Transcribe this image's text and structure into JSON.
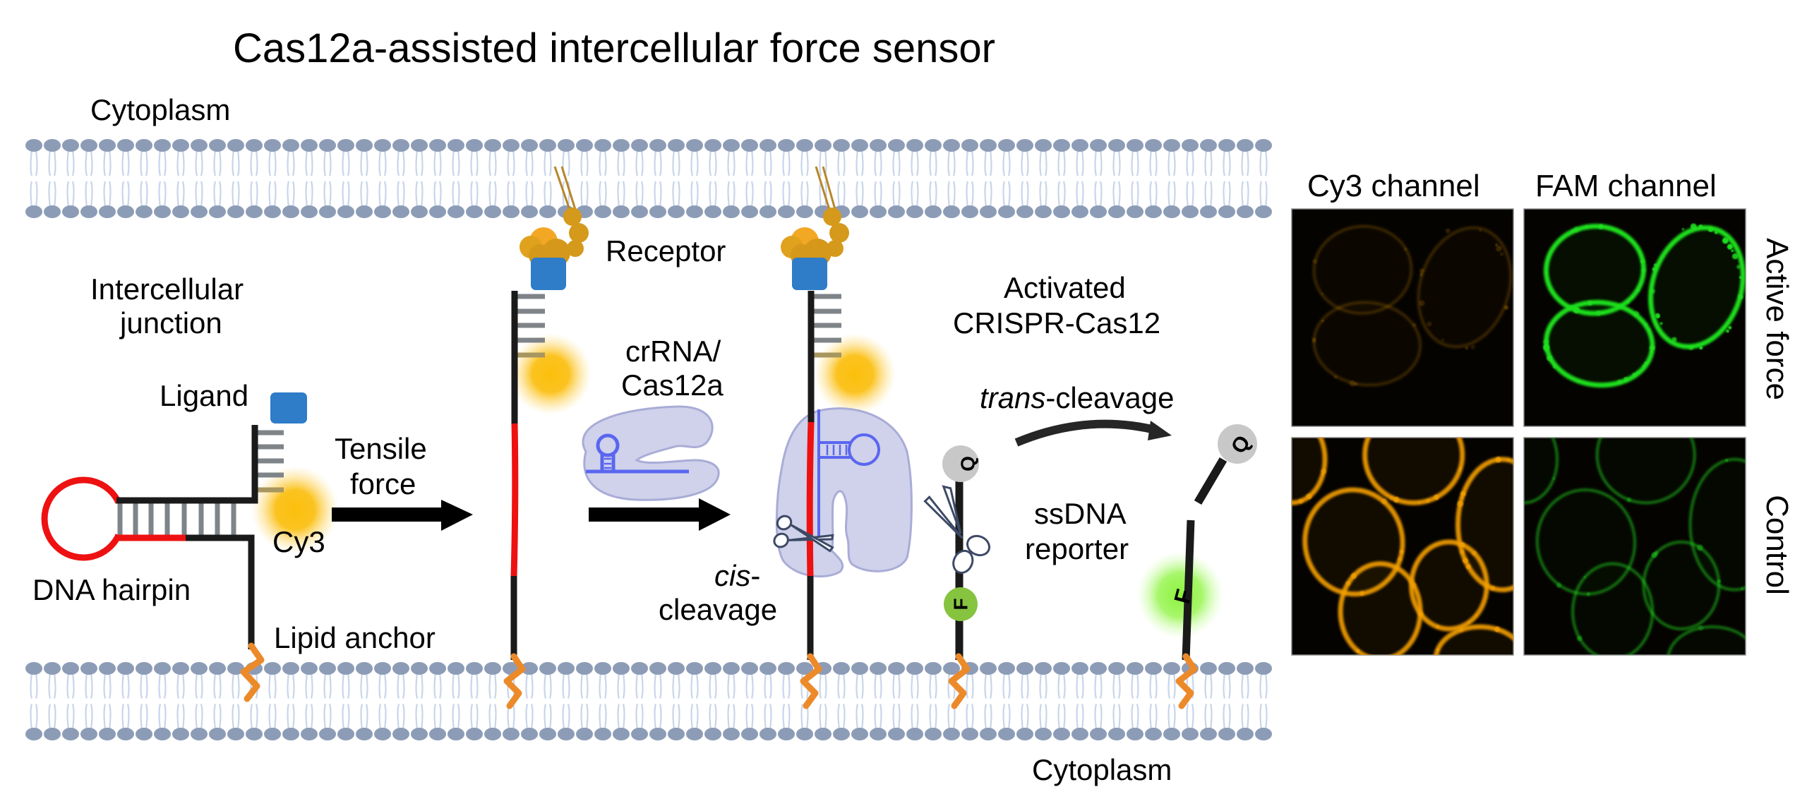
{
  "title": "Cas12a-assisted intercellular force sensor",
  "labels": {
    "cytoplasm_top": "Cytoplasm",
    "cytoplasm_bottom": "Cytoplasm",
    "intercellular_junction": [
      "Intercellular",
      "junction"
    ],
    "ligand": "Ligand",
    "dna_hairpin": "DNA hairpin",
    "cy3": "Cy3",
    "lipid_anchor": "Lipid anchor",
    "tensile_force": [
      "Tensile",
      "force"
    ],
    "receptor": "Receptor",
    "crrna_cas12a": [
      "crRNA/",
      "Cas12a"
    ],
    "cis_cleavage": {
      "italic": "cis",
      "suffix": "-",
      "line2": "cleavage"
    },
    "activated_crispr": [
      "Activated",
      "CRISPR-Cas12"
    ],
    "trans_cleavage": {
      "italic": "trans",
      "suffix": "-cleavage"
    },
    "ssdna_reporter": [
      "ssDNA",
      "reporter"
    ],
    "quencher": "Q",
    "fluorophore": "F"
  },
  "micrographs": {
    "columns": [
      "Cy3 channel",
      "FAM channel"
    ],
    "rows": [
      "Active force",
      "Control"
    ],
    "panels": [
      {
        "row": "Active force",
        "channel": "Cy3 channel",
        "signal": "dim"
      },
      {
        "row": "Active force",
        "channel": "FAM channel",
        "signal": "bright"
      },
      {
        "row": "Control",
        "channel": "Cy3 channel",
        "signal": "bright"
      },
      {
        "row": "Control",
        "channel": "FAM channel",
        "signal": "dim"
      }
    ]
  },
  "colors": {
    "membrane_head": "#8d9cb6",
    "membrane_tail": "#c8d5ea",
    "dna_strand": "#1a1a1a",
    "hairpin_loop": "#ee1111",
    "base_pair": "#7f8489",
    "ligand": "#2f7cc8",
    "linker": "#8a5ab0",
    "cy3_glow": "#fbbf0b",
    "receptor": "#e3a21c",
    "lipid_anchor": "#ec8a2a",
    "cas12a_body": "#cfd2ea",
    "crrna": "#5a66f0",
    "quencher": "#c8c8c8",
    "fam": "#86c440",
    "fam_glow": "#8cf23a",
    "cy3_channel": "#f5a000",
    "fam_channel": "#1ee01e"
  }
}
